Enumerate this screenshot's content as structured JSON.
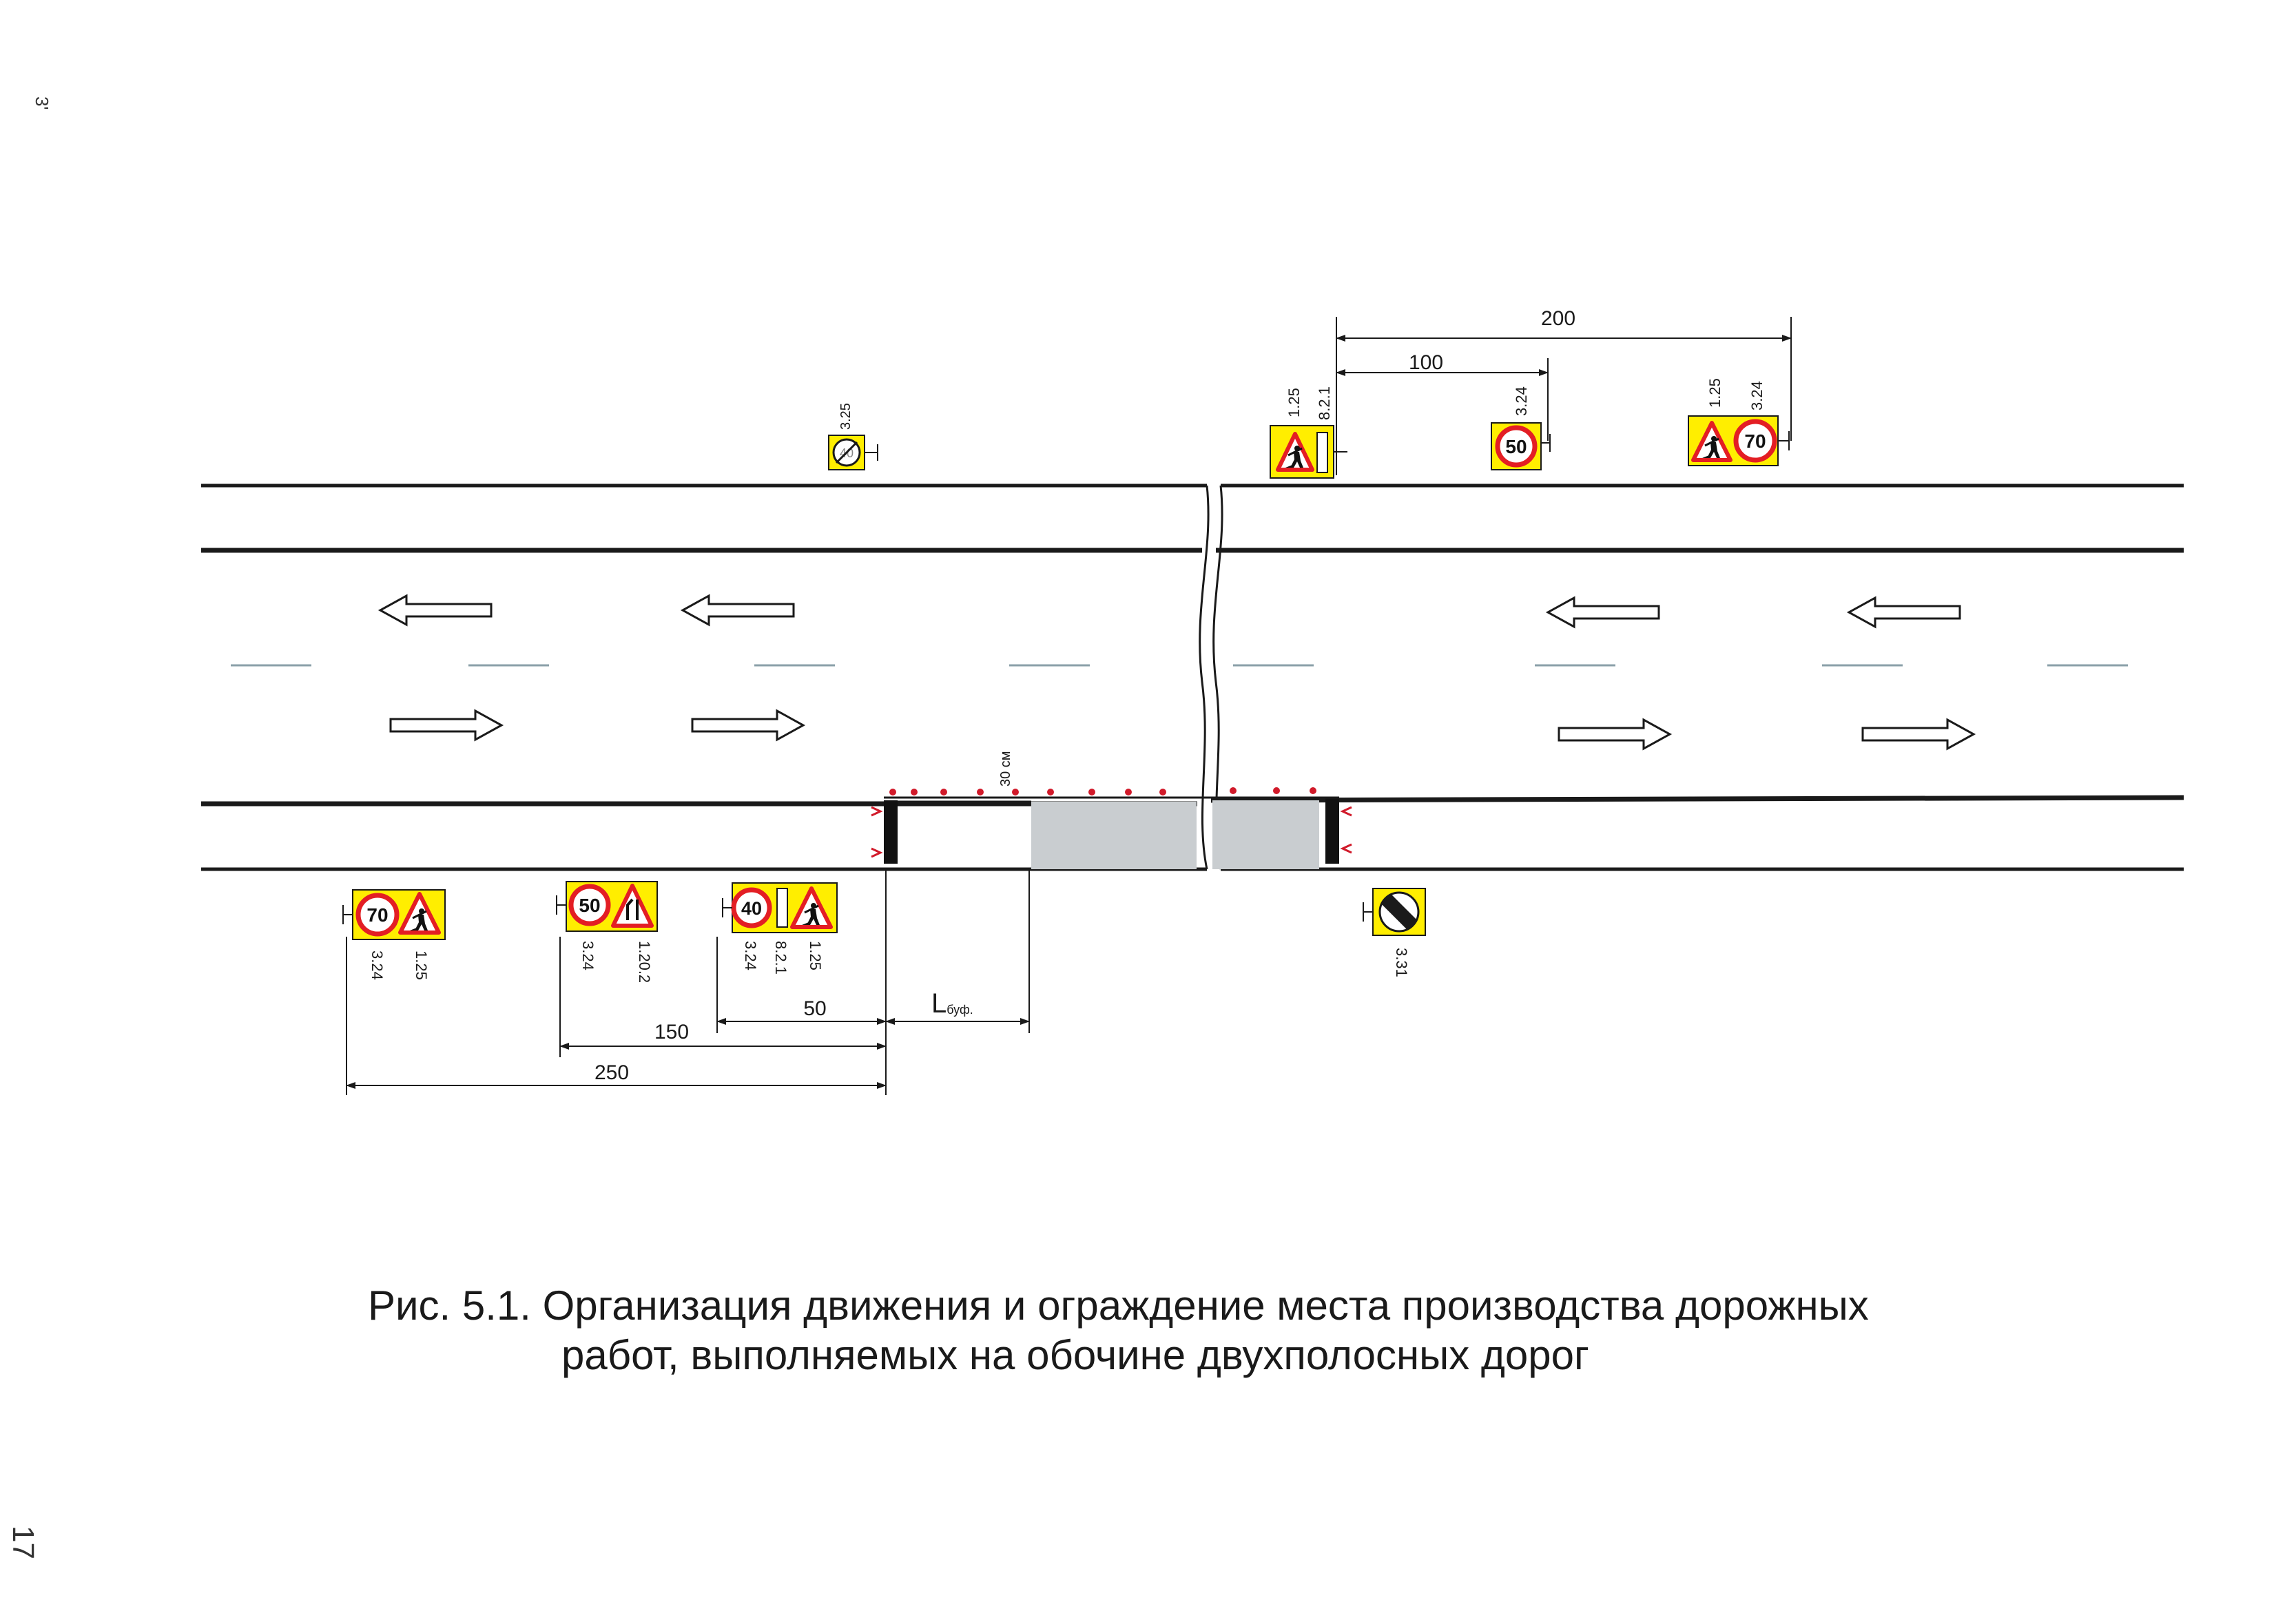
{
  "caption": {
    "line1": "Рис. 5.1. Организация движения и ограждение места производства дорожных",
    "line2": "работ, выполняемых на обочине двухполосных дорог"
  },
  "page_number": "17",
  "corner_mark": "3'",
  "dimensions": {
    "top_200": "200",
    "top_100": "100",
    "bottom_50": "50",
    "bottom_150": "150",
    "bottom_250": "250",
    "l_buf_main": "L",
    "l_buf_sub": "буф.",
    "spacing_30cm": "30 см"
  },
  "signs": {
    "top_325": {
      "code": "3.25"
    },
    "top_125_821": {
      "code1": "1.25",
      "code2": "8.2.1"
    },
    "top_324_50": {
      "code": "3.24",
      "speed": "50"
    },
    "top_125_324_70": {
      "code1": "1.25",
      "code2": "3.24",
      "speed": "70"
    },
    "bot_324_125_70": {
      "code1": "3.24",
      "code2": "1.25",
      "speed": "70"
    },
    "bot_324_1202_50": {
      "code1": "3.24",
      "code2": "1.20.2",
      "speed": "50"
    },
    "bot_324_821_125_40": {
      "code1": "3.24",
      "code2": "8.2.1",
      "code3": "1.25",
      "speed": "40"
    },
    "bot_331": {
      "code": "3.31"
    }
  },
  "colors": {
    "sign_plate": "#ffee00",
    "sign_red": "#e31e24",
    "work_zone": "#c9cdd0",
    "lamp": "#d11a2a",
    "line": "#1a1a1a",
    "lane_dash": "#8aa0a8"
  }
}
